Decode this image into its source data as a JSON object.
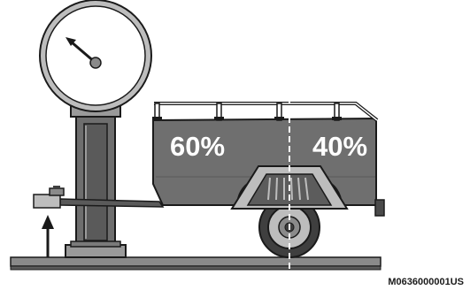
{
  "weight_distribution": {
    "front_percent": "60%",
    "rear_percent": "40%"
  },
  "figure_code": "M0636000001US",
  "scale": {
    "needle_reading": 0.12
  },
  "colors": {
    "outline": "#1a1a1a",
    "body_gray": "#707070",
    "dark_gray": "#4a4a4a",
    "light_gray": "#b8b8b8",
    "face": "#ffffff",
    "divider": "#ffffff"
  }
}
